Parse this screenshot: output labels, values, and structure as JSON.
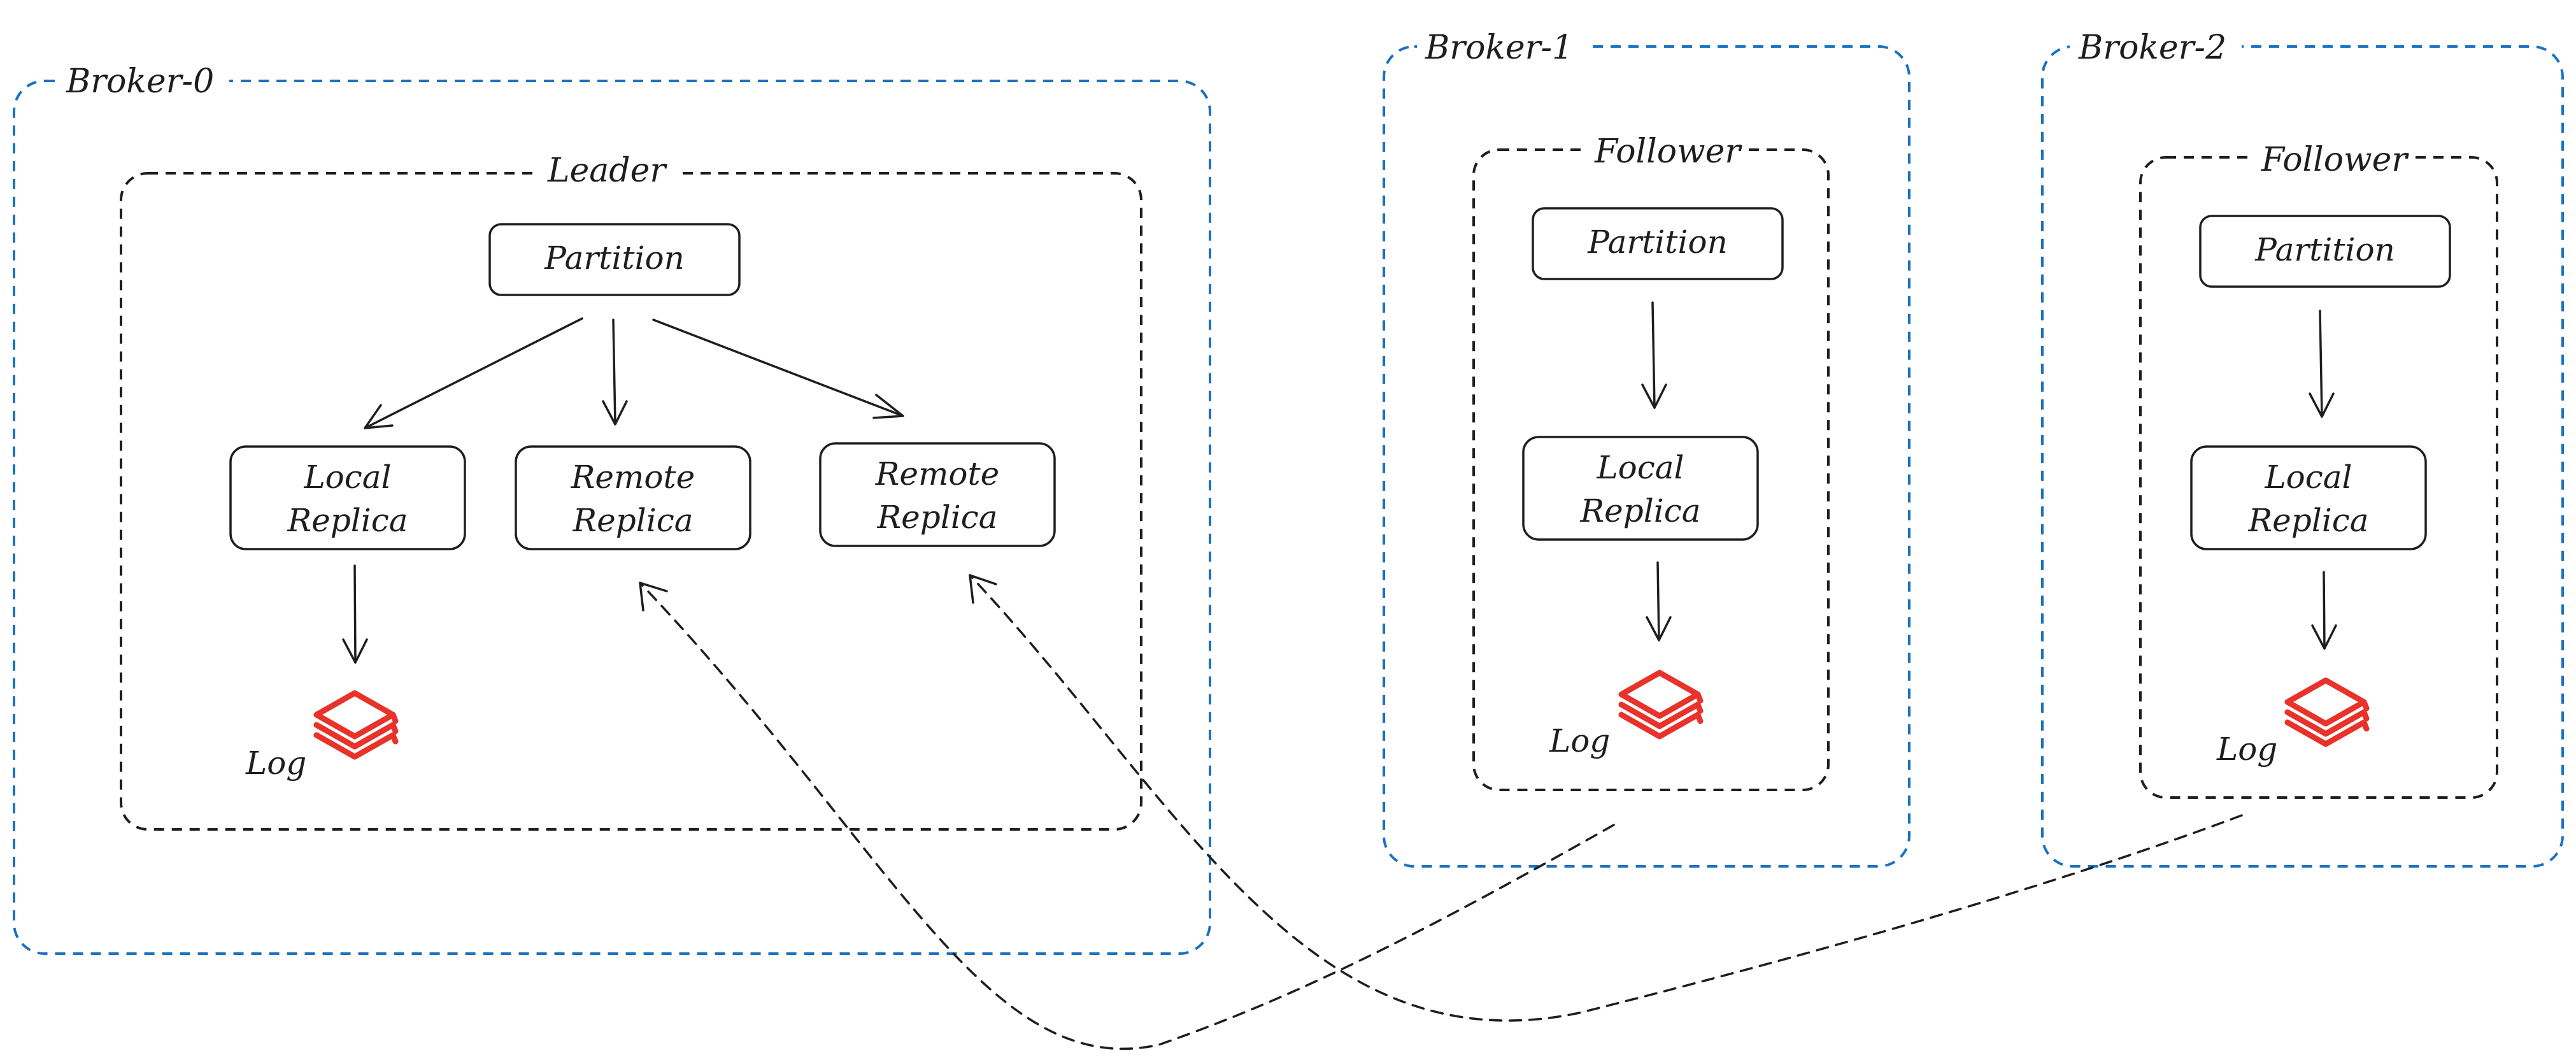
{
  "colors": {
    "broker_border": "#1971c2",
    "role_border": "#1e1e1e",
    "log_icon": "#e8322a",
    "text": "#1e1e1e"
  },
  "brokers": [
    {
      "label": "Broker-0",
      "role": "Leader",
      "partition": "Partition",
      "replicas": [
        {
          "line1": "Local",
          "line2": "Replica"
        },
        {
          "line1": "Remote",
          "line2": "Replica"
        },
        {
          "line1": "Remote",
          "line2": "Replica"
        }
      ],
      "log_label": "Log",
      "log_icon": "stack-layers-icon"
    },
    {
      "label": "Broker-1",
      "role": "Follower",
      "partition": "Partition",
      "replicas": [
        {
          "line1": "Local",
          "line2": "Replica"
        }
      ],
      "log_label": "Log",
      "log_icon": "stack-layers-icon"
    },
    {
      "label": "Broker-2",
      "role": "Follower",
      "partition": "Partition",
      "replicas": [
        {
          "line1": "Local",
          "line2": "Replica"
        }
      ],
      "log_label": "Log",
      "log_icon": "stack-layers-icon"
    }
  ]
}
